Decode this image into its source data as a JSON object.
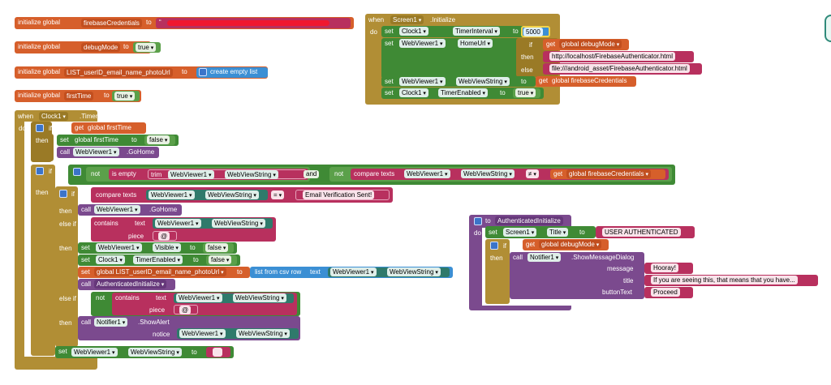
{
  "globals": {
    "g1": {
      "init": "initialize global",
      "name": "firebaseCredentials",
      "to": "to",
      "value": "“  [redacted]  ”"
    },
    "g2": {
      "init": "initialize global",
      "name": "debugMode",
      "to": "to",
      "value": "true"
    },
    "g3": {
      "init": "initialize global",
      "name": "LIST_userID_email_name_photoUrl",
      "to": "to",
      "value": "create empty list"
    },
    "g4": {
      "init": "initialize global",
      "name": "firstTime",
      "to": "to",
      "value": "true"
    }
  },
  "screen_init": {
    "when": "when",
    "component": "Screen1",
    "event": ".Initialize",
    "do": "do",
    "set1": {
      "set": "set",
      "comp": "Clock1",
      "prop": "TimerInterval",
      "to": "to",
      "value": "5000"
    },
    "set2": {
      "set": "set",
      "comp": "WebViewer1",
      "prop": "HomeUrl",
      "to": "to"
    },
    "if": "if",
    "get": "get",
    "get_var": "global debugMode",
    "then": "then",
    "then_val": "http://localhost/FirebaseAuthenticator.html",
    "else": "else",
    "else_val": "file:///android_asset/FirebaseAuthenticator.html",
    "set3": {
      "set": "set",
      "comp": "WebViewer1",
      "prop": "WebViewString",
      "to": "to",
      "get": "get",
      "val": "global firebaseCredentials"
    },
    "set4": {
      "set": "set",
      "comp": "Clock1",
      "prop": "TimerEnabled",
      "to": "to",
      "value": "true"
    }
  },
  "clock_timer": {
    "when": "when",
    "component": "Clock1",
    "event": ".Timer",
    "do": "do",
    "if1": "if",
    "get": "get",
    "first_time": "global firstTime",
    "then": "then",
    "set": "set",
    "set_first": "global firstTime",
    "to": "to",
    "false": "false",
    "call": "call",
    "webviewer": "WebViewer1",
    "gohome": ".GoHome",
    "if2": "if",
    "not": "not",
    "is_empty": "is empty",
    "trim": "trim",
    "wvs": "WebViewString",
    "and": "and",
    "compare": "compare texts",
    "neq": "≠",
    "cred": "global firebaseCredentials",
    "if3": "if",
    "eq": "=",
    "email_ver": "Email Verification Sent!",
    "else_if": "else if",
    "contains": "contains",
    "text": "text",
    "piece": "piece",
    "at": "@",
    "visible": "Visible",
    "clock1": "Clock1",
    "timer_enabled": "TimerEnabled",
    "list_var": "global LIST_userID_email_name_photoUrl",
    "csv": "list from csv row",
    "auth_init": "AuthenticatedInitialize",
    "notifier": "Notifier1",
    "show_alert": ".ShowAlert",
    "notice": "notice",
    "empty_str": ""
  },
  "auth_proc": {
    "to": "to",
    "name": "AuthenticatedInitialize",
    "do": "do",
    "set": "set",
    "comp": "Screen1",
    "prop": "Title",
    "set_to": "to",
    "title_val": "USER AUTHENTICATED",
    "if": "if",
    "get": "get",
    "get_var": "global debugMode",
    "then": "then",
    "call": "call",
    "notifier": "Notifier1",
    "method": ".ShowMessageDialog",
    "message_label": "message",
    "message_val": "Hooray!",
    "title_label": "title",
    "title_text": "If you are seeing this, that means that you have...",
    "button_label": "buttonText",
    "button_val": "Proceed"
  }
}
